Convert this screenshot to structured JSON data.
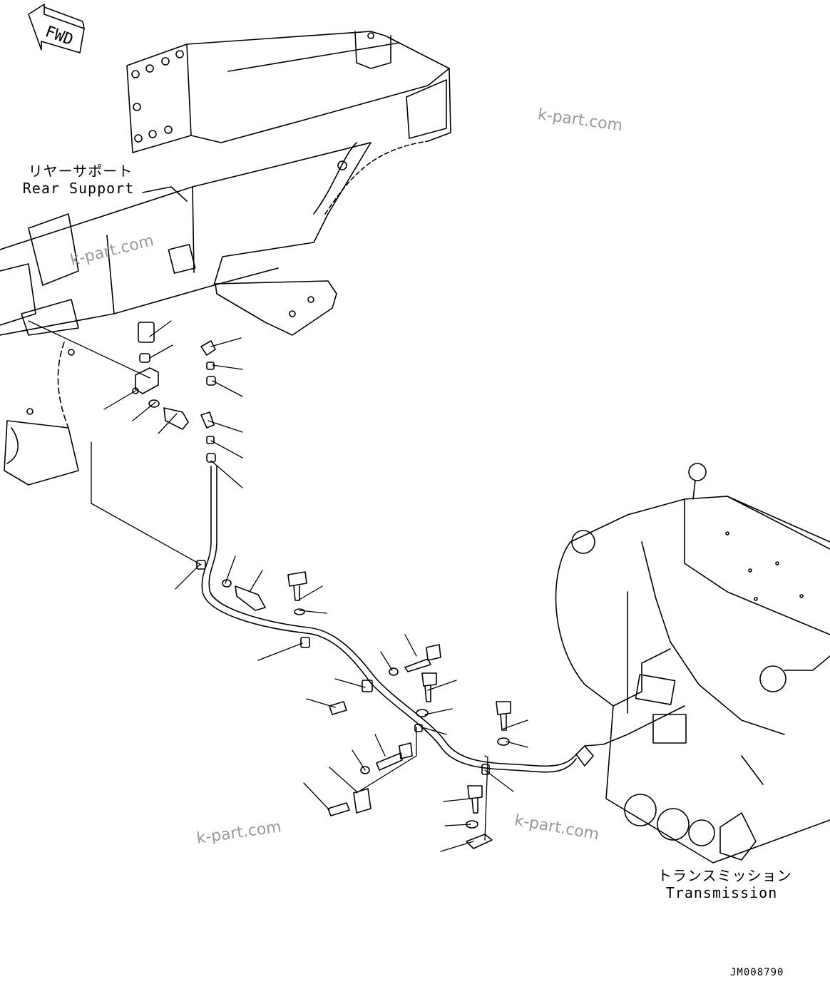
{
  "labels": {
    "rear_support_jp": "リヤーサポート",
    "rear_support_en": "Rear Support",
    "transmission_jp": "トランスミッション",
    "transmission_en": "Transmission",
    "fwd": "FWD",
    "drawing_code": "JM008790"
  },
  "watermarks": [
    "k-part.com",
    "k-part.com",
    "k-part.com",
    "k-part.com"
  ],
  "colors": {
    "line": "#000000",
    "watermark": "#9a9a9a",
    "background": "#ffffff"
  }
}
